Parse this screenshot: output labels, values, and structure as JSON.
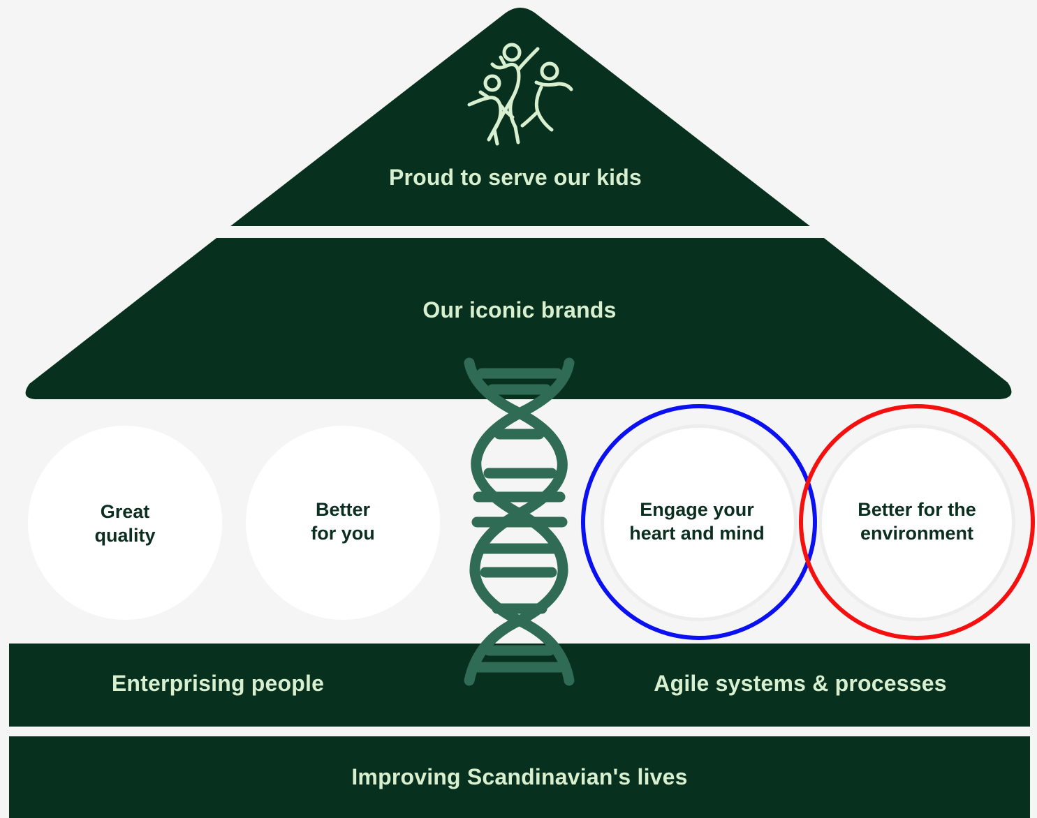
{
  "roof": {
    "title": "Proud to serve our kids",
    "icon": "kids-playing-icon"
  },
  "brands_band": {
    "title": "Our iconic brands"
  },
  "pillars": [
    {
      "line1": "Great",
      "line2": "quality"
    },
    {
      "line1": "Better",
      "line2": "for you"
    },
    {
      "line1": "Engage your",
      "line2": "heart and mind",
      "highlight": "blue"
    },
    {
      "line1": "Better for the",
      "line2": "environment",
      "highlight": "red"
    }
  ],
  "center_icon": "dna-helix-icon",
  "foundation": {
    "left": "Enterprising people",
    "right": "Agile systems & processes"
  },
  "base": {
    "title": "Improving Scandinavian's lives"
  },
  "colors": {
    "dark_green": "#08301f",
    "light_text": "#d8f0cf",
    "helix": "#2f6b55",
    "pillar_fill": "#ffffff",
    "highlight_blue": "#0a10f0",
    "highlight_red": "#f51010",
    "background": "#f4f5f4"
  }
}
